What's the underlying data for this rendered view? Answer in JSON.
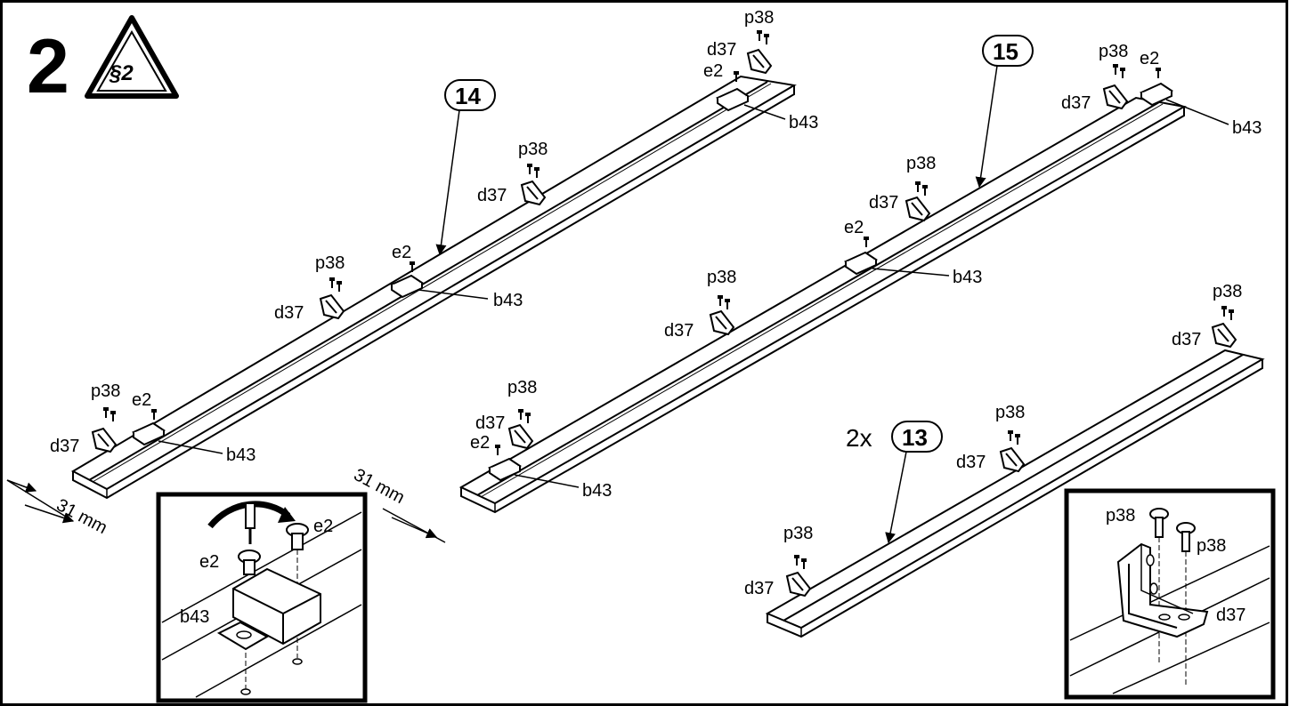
{
  "step": {
    "number": "2",
    "badge_text": "§2"
  },
  "panels": {
    "p14": {
      "label": "14"
    },
    "p15": {
      "label": "15"
    },
    "p13": {
      "label": "13",
      "quantity": "2x"
    }
  },
  "parts": {
    "p38": "p38",
    "d37": "d37",
    "e2": "e2",
    "b43": "b43"
  },
  "dimensions": {
    "left": "31 mm",
    "middle": "31 mm"
  }
}
